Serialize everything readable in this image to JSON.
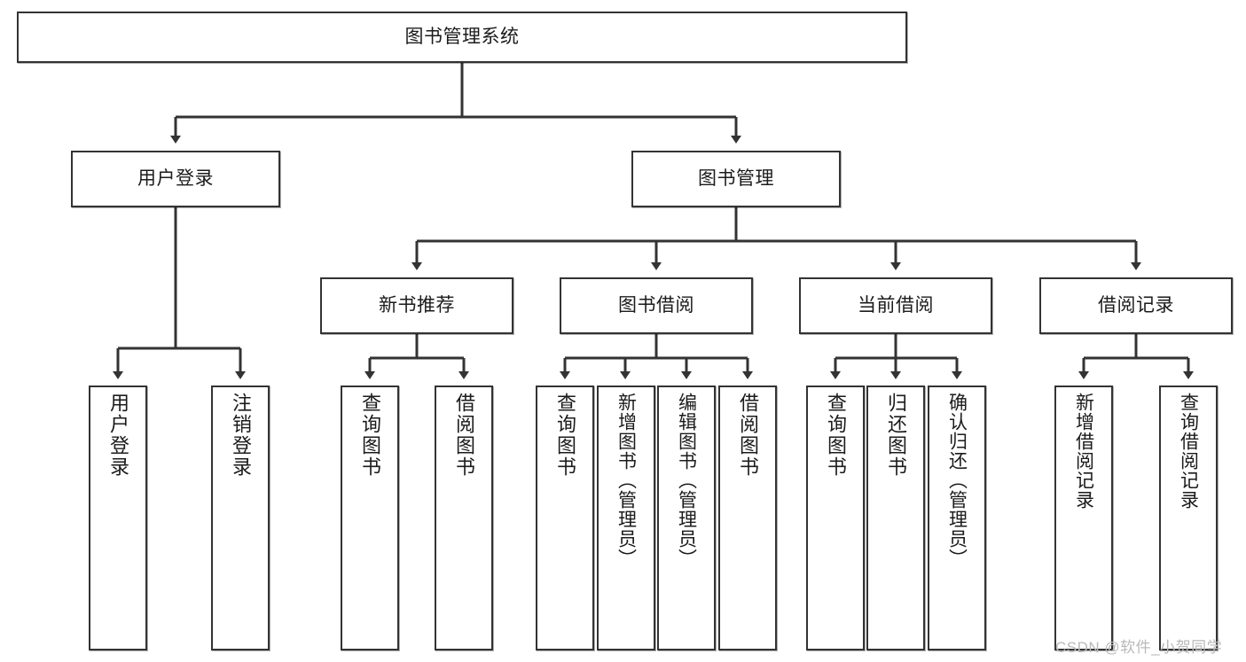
{
  "diagram": {
    "title": "图书管理系统",
    "type": "hierarchy-tree",
    "orientation": "top-down",
    "line_color": "#333333",
    "box_fill": "#ffffff",
    "text_color": "#1b1b1b"
  },
  "nodes": {
    "root": {
      "label": "图书管理系统",
      "level": 1
    },
    "l2": [
      {
        "label": "用户登录",
        "level": 2
      },
      {
        "label": "图书管理",
        "level": 2
      }
    ],
    "l3": [
      {
        "label": "新书推荐",
        "level": 3
      },
      {
        "label": "图书借阅",
        "level": 3
      },
      {
        "label": "当前借阅",
        "level": 3
      },
      {
        "label": "借阅记录",
        "level": 3
      }
    ],
    "leaves": {
      "user_login": [
        {
          "label": "用户登录"
        },
        {
          "label": "注销登录"
        }
      ],
      "new_book": [
        {
          "label": "查询图书"
        },
        {
          "label": "借阅图书"
        }
      ],
      "book_borrow": [
        {
          "label": "查询图书"
        },
        {
          "label": "新增图书（管理员）"
        },
        {
          "label": "编辑图书（管理员）"
        },
        {
          "label": "借阅图书"
        }
      ],
      "current_borrow": [
        {
          "label": "查询图书"
        },
        {
          "label": "归还图书"
        },
        {
          "label": "确认归还（管理员）"
        }
      ],
      "borrow_record": [
        {
          "label": "新增借阅记录"
        },
        {
          "label": "查询借阅记录"
        }
      ]
    }
  },
  "watermark": {
    "text": "CSDN @软件_小贺同学"
  }
}
